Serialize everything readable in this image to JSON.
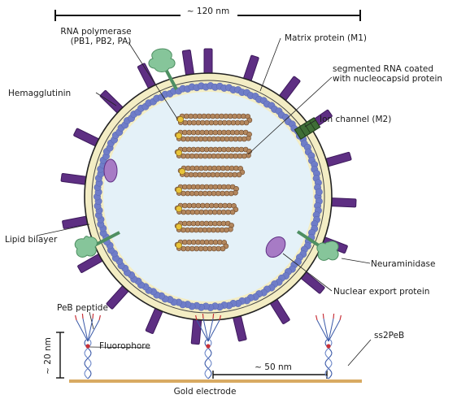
{
  "labels": {
    "diameter": "~ 120 nm",
    "rna_polymerase_line1": "RNA polymerase",
    "rna_polymerase_line2": "(PB1, PB2, PA)",
    "matrix_protein": "Matrix protein (M1)",
    "segmented_rna_line1": "segmented RNA coated",
    "segmented_rna_line2": "with nucleocapsid protein",
    "hemagglutinin": "Hemagglutinin",
    "ion_channel": "Ion channel (M2)",
    "lipid_bilayer": "Lipid bilayer",
    "neuraminidase": "Neuraminidase",
    "nuclear_export_protein": "Nuclear export protein",
    "peb_peptide": "PeB peptide",
    "fluorophore": "Fluorophore",
    "height": "~ 20 nm",
    "ss2peb": "ss2PeB",
    "spacing": "~ 50 nm",
    "gold_electrode": "Gold electrode"
  },
  "colors": {
    "envelope": "#f3edc4",
    "envelope_stroke": "#222222",
    "matrix_beads": "#6f7dc8",
    "interior": "#e4f1f8",
    "spike": "#5e2f83",
    "spike_dark": "#3d1a5c",
    "neuraminidase": "#86c59a",
    "neuraminidase_stroke": "#4e8f62",
    "rna": "#b3875e",
    "rna_stroke": "#6a4628",
    "polymerase": "#e9c43a",
    "ion_channel": "#3f6e36",
    "nep": "#a77bc5",
    "electrode": "#d8aa62",
    "dna_blue": "#3b5aa8",
    "peptide_red": "#c8323a"
  }
}
